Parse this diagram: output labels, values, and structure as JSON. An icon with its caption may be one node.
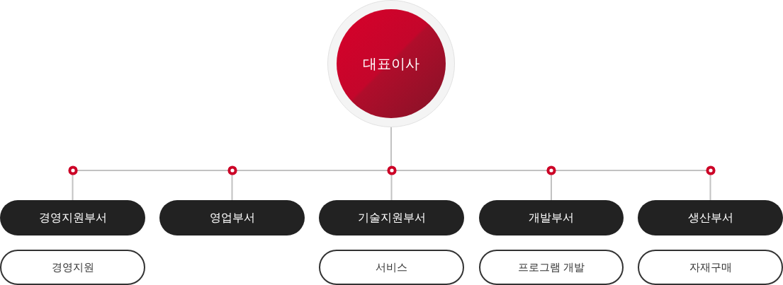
{
  "diagram": {
    "nodes": [
      {
        "text": [
          "대표이사"
        ]
      },
      {
        "text": [
          "경영지원부서"
        ]
      },
      {
        "text": [
          "영업부서"
        ]
      },
      {
        "text": [
          "기술지원부서"
        ]
      },
      {
        "text": [
          "개발부서"
        ]
      },
      {
        "text": [
          "생산부서"
        ]
      },
      {
        "text": [
          "경영지원"
        ]
      },
      {
        "text": [
          "서비스"
        ]
      },
      {
        "text": [
          "프로그램 개발"
        ]
      },
      {
        "text": [
          "자재구매"
        ]
      }
    ],
    "edges": [
      {
        "from": 0,
        "to": 1,
        "arrow": "none"
      },
      {
        "from": 0,
        "to": 2,
        "arrow": "none"
      },
      {
        "from": 0,
        "to": 3,
        "arrow": "none"
      },
      {
        "from": 0,
        "to": 4,
        "arrow": "none"
      },
      {
        "from": 0,
        "to": 5,
        "arrow": "none"
      }
    ]
  }
}
